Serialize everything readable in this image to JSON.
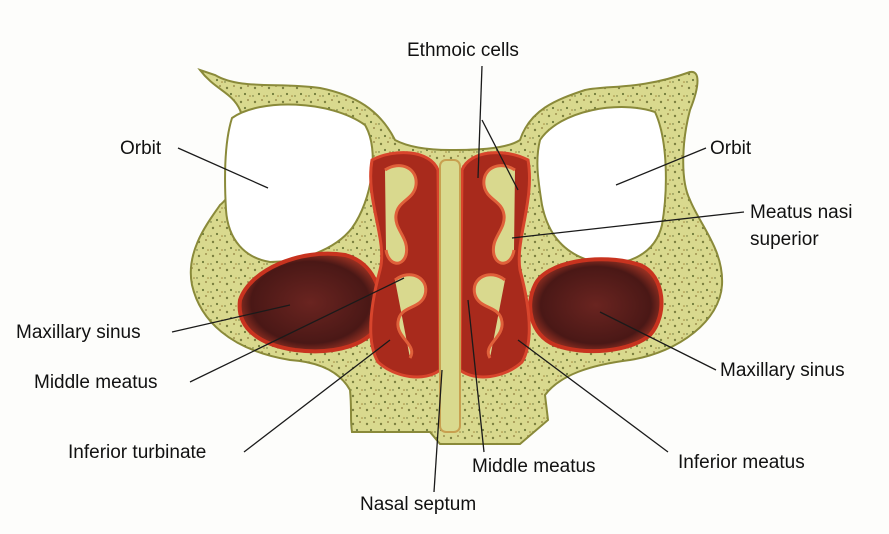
{
  "labels": {
    "ethmoid_cells": "Ethmoic cells",
    "orbit_left": "Orbit",
    "orbit_right": "Orbit",
    "meatus_nasi_superior_line1": "Meatus nasi",
    "meatus_nasi_superior_line2": "superior",
    "maxillary_sinus_left": "Maxillary sinus",
    "maxillary_sinus_right": "Maxillary sinus",
    "middle_meatus_left": "Middle meatus",
    "middle_meatus_right": "Middle meatus",
    "inferior_turbinate": "Inferior turbinate",
    "inferior_meatus": "Inferior meatus",
    "nasal_septum": "Nasal septum"
  },
  "colors": {
    "bone_tissue": "#d8d98c",
    "bone_outline": "#8a8a3a",
    "mucosa_red": "#c8331f",
    "cavity_dark": "#4a1a18",
    "background": "#fdfdfb"
  }
}
